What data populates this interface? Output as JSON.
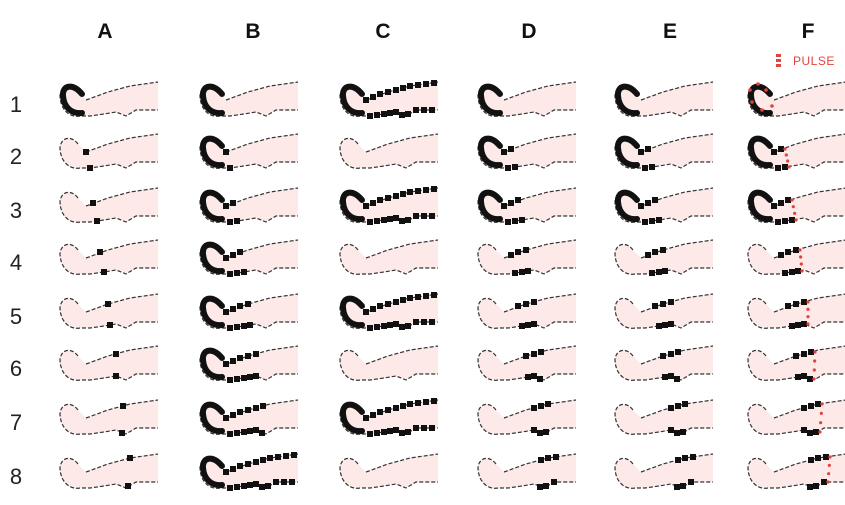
{
  "columns": [
    "A",
    "B",
    "C",
    "D",
    "E",
    "F"
  ],
  "rows": [
    "1",
    "2",
    "3",
    "4",
    "5",
    "6",
    "7",
    "8"
  ],
  "legend": {
    "label": "PULSE"
  },
  "colors": {
    "leg_fill": "#fde9e8",
    "chamber": "#111111",
    "pulse": "#e0443c",
    "outline": "#333333"
  }
}
